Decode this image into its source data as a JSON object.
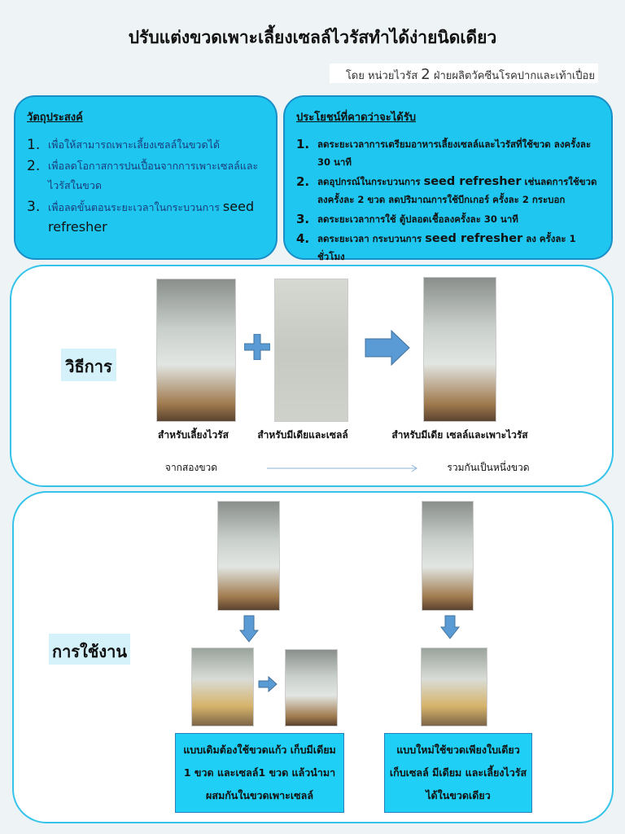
{
  "title": "ปรับแต่งขวดเพาะเลี้ยงเซลล์ไวรัสทำได้ง่ายนิดเดียว",
  "byline": {
    "prefix": "โดย หน่วยไวรัส",
    "number": "2",
    "suffix": "ฝ่ายผลิตวัคซีนโรคปากและเท้าเปื่อย"
  },
  "objectives": {
    "heading": "วัตถุประสงค์",
    "items": [
      {
        "num": "1.",
        "text": "เพื่อให้สามารถเพาะเลี้ยงเซลล์ในขวดได้"
      },
      {
        "num": "2.",
        "text": "เพื่อลดโอกาสการปนเปื้อนจากการเพาะเซลล์และไวรัสในขวด"
      },
      {
        "num": "3.",
        "text": "เพื่อลดขั้นตอนระยะเวลาในกระบวนการ",
        "en": "seed refresher"
      }
    ]
  },
  "benefits": {
    "heading": "ประโยชน์ที่คาดว่าจะได้รับ",
    "items": [
      {
        "num": "1.",
        "text": "ลดระยะเวลาการเตรียมอาหารเลี้ยงเซลล์และไวรัสที่ใช้ขวด ลงครั้งละ 30 นาที"
      },
      {
        "num": "2.",
        "pre": "ลดอุปกรณ์ในกระบวนการ",
        "en": "seed refresher",
        "post": "เช่นลดการใช้ขวดลงครั้งละ 2 ขวด ลดปริมาณการใช้บีกเกอร์ ครั้งละ 2 กระบอก"
      },
      {
        "num": "3.",
        "text": "ลดระยะเวลาการใช้ ตู้ปลอดเชื้อลงครั้งละ 30 นาที"
      },
      {
        "num": "4.",
        "pre": "ลดระยะเวลา กระบวนการ",
        "en": "seed refresher",
        "post": "ลง ครั้งละ 1 ชั่วโมง"
      }
    ]
  },
  "method": {
    "label": "วิธีการ",
    "captions": [
      "สำหรับเลี้ยงไวรัส",
      "สำหรับมีเดียและเซลล์",
      "สำหรับมีเดีย เซลล์และเพาะไวรัส"
    ],
    "from": "จากสองขวด",
    "to": "รวมกันเป็นหนึ่งขวด"
  },
  "usage": {
    "label": "การใช้งาน",
    "old": [
      "แบบเดิมต้องใช้ขวดแก้ว  เก็บมีเดียม",
      "1 ขวด และเซลล์1 ขวด แล้วนำมา",
      "ผสมกันในขวดเพาะเซลล์"
    ],
    "new": [
      "แบบใหม่ใช้ขวดเพียงใบเดียว",
      "เก็บเซลล์  มีเดียม และเลี้ยงไวรัส",
      "ได้ในขวดเดียว"
    ]
  }
}
